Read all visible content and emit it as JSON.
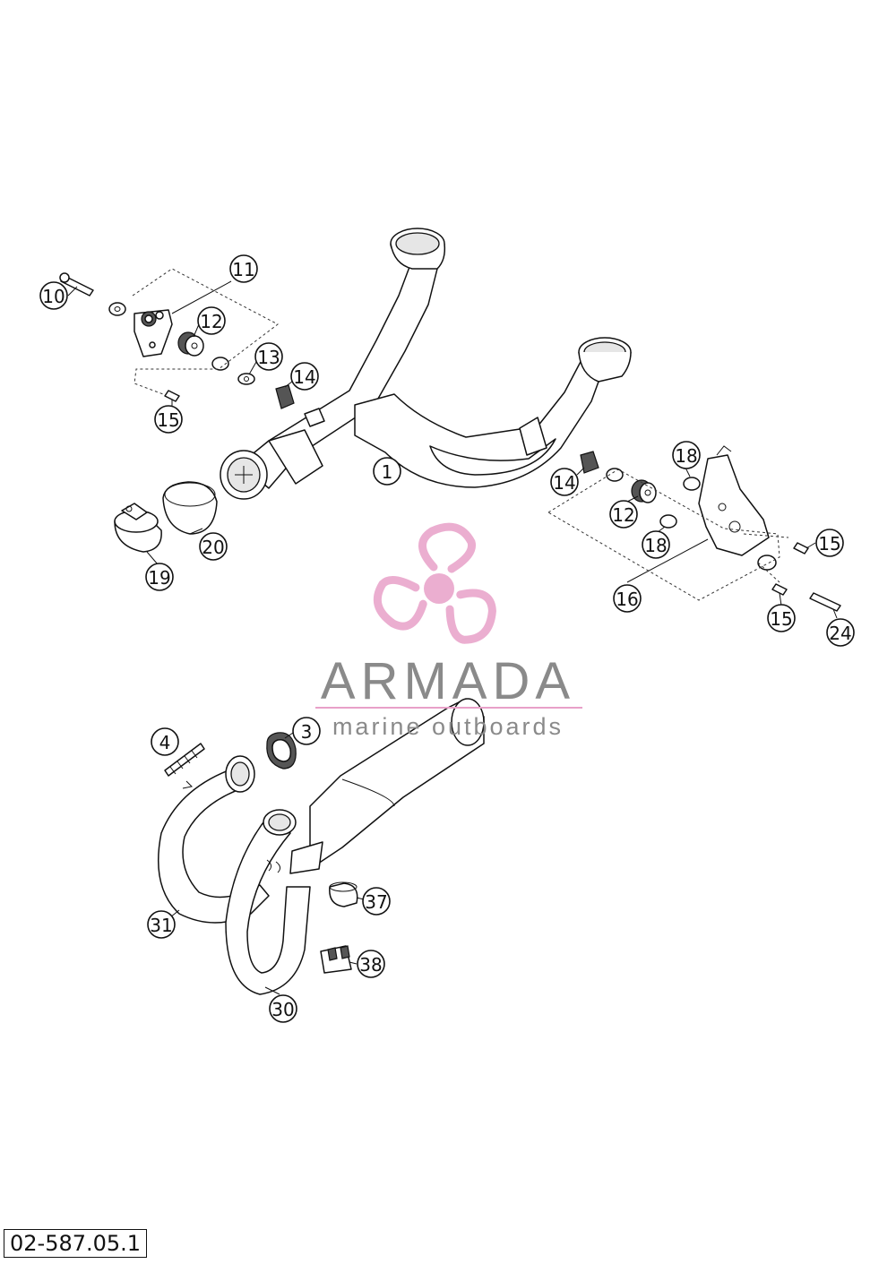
{
  "colors": {
    "logo_propeller": "#e8a0c8",
    "logo_text": "#8a8a8a",
    "line": "#111111"
  },
  "watermark": {
    "icon": "propeller-logo",
    "name": "ARMADA",
    "tagline": "marine outboards"
  },
  "callouts": [
    {
      "id": "c10",
      "label": "10"
    },
    {
      "id": "c11",
      "label": "11"
    },
    {
      "id": "c12a",
      "label": "12"
    },
    {
      "id": "c13",
      "label": "13"
    },
    {
      "id": "c14a",
      "label": "14"
    },
    {
      "id": "c15a",
      "label": "15"
    },
    {
      "id": "c1",
      "label": "1"
    },
    {
      "id": "c20",
      "label": "20"
    },
    {
      "id": "c19",
      "label": "19"
    },
    {
      "id": "c14b",
      "label": "14"
    },
    {
      "id": "c18a",
      "label": "18"
    },
    {
      "id": "c12b",
      "label": "12"
    },
    {
      "id": "c18b",
      "label": "18"
    },
    {
      "id": "c15b",
      "label": "15"
    },
    {
      "id": "c16",
      "label": "16"
    },
    {
      "id": "c15c",
      "label": "15"
    },
    {
      "id": "c24",
      "label": "24"
    },
    {
      "id": "c4",
      "label": "4"
    },
    {
      "id": "c3",
      "label": "3"
    },
    {
      "id": "c37",
      "label": "37"
    },
    {
      "id": "c38",
      "label": "38"
    },
    {
      "id": "c31",
      "label": "31"
    },
    {
      "id": "c30",
      "label": "30"
    }
  ],
  "reference_code": "02-587.05.1"
}
